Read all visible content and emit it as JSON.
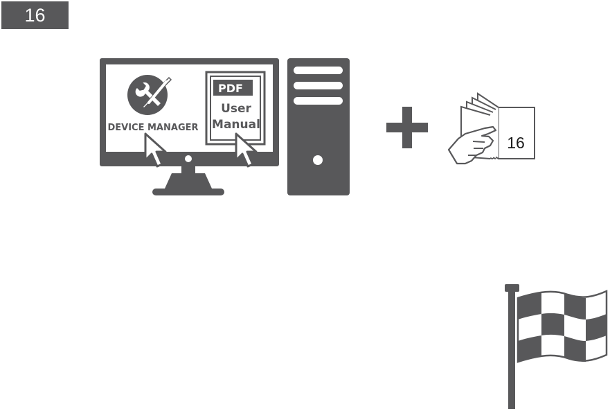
{
  "page_badge": "16",
  "monitor": {
    "device_manager_label": "DEVICE MANAGER",
    "pdf_tag": "PDF",
    "manual_line1": "User",
    "manual_line2": "Manual"
  },
  "manual_page_number": "16",
  "icons": {
    "device_manager": "wrench-screwdriver-icon",
    "cursor": "mouse-pointer-icon",
    "plus": "plus-icon",
    "manual": "hand-flipping-manual-icon",
    "finish": "checkered-flag-icon"
  },
  "colors": {
    "icon_gray": "#58585a",
    "badge_gray": "#58585a",
    "background": "#ffffff"
  }
}
